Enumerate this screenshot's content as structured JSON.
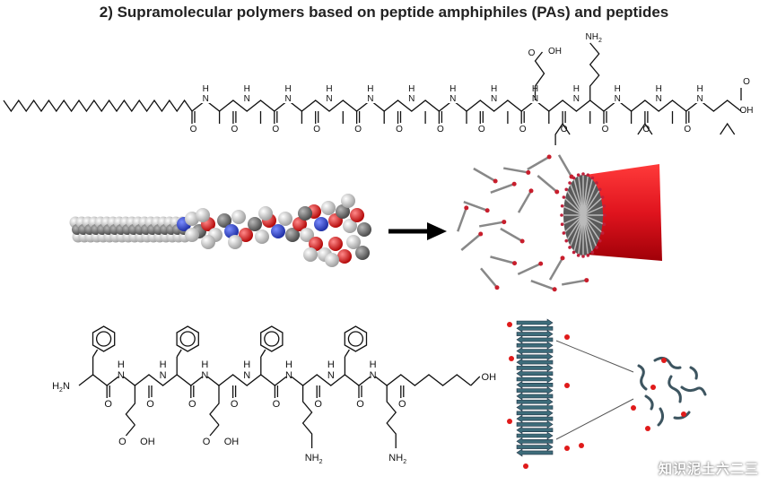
{
  "title": "2) Supramolecular polymers based on peptide amphiphiles (PAs) and peptides",
  "labels": {
    "n": "N",
    "h": "H",
    "o": "O",
    "oh": "OH",
    "nh2": "NH",
    "sub2": "2",
    "h2n": "H",
    "n2": "N"
  },
  "watermark": "知识泥土六二三",
  "colors": {
    "fiber": "#e0141e",
    "arrow": "#000000",
    "sheet": "#3d6c7a",
    "dot": "#e01a1a"
  }
}
